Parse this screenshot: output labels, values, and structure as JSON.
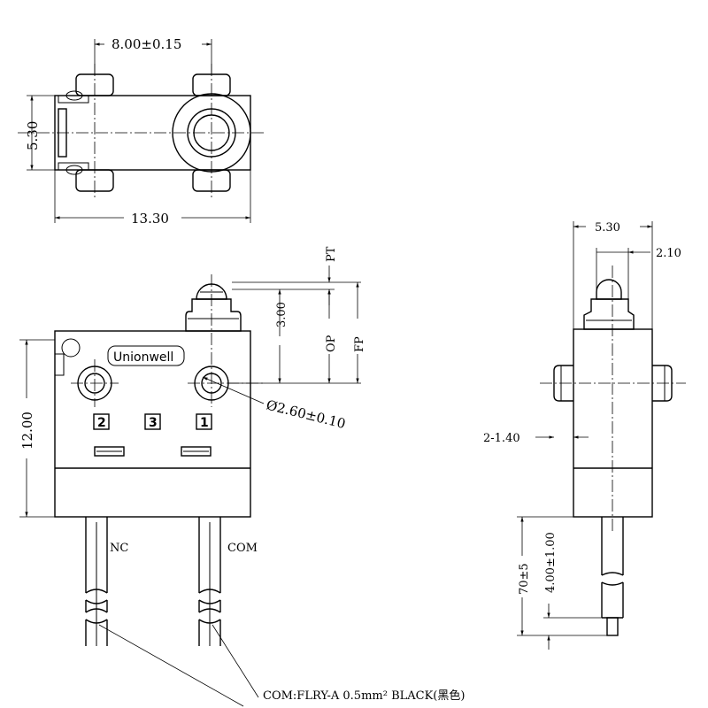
{
  "top_view": {
    "pitch_dim": "8.00±0.15",
    "height_dim": "5.30",
    "length_dim": "13.30"
  },
  "front_view": {
    "brand": "Unionwell",
    "pt_label": "PT",
    "op_label": "OP",
    "fp_label": "FP",
    "travel_dim": "3.00",
    "height_dim": "12.00",
    "hole_dim": "Ø2.60±0.10",
    "pins": [
      "2",
      "3",
      "1"
    ],
    "wire_nc": "NC",
    "wire_com": "COM",
    "wire_spec": "COM:FLRY-A 0.5mm² BLACK(黑色)"
  },
  "side_view": {
    "width_dim": "5.30",
    "actuator_dim": "2.10",
    "boss_dim": "2-1.40",
    "cable_len_dim": "70±5",
    "strip_dim": "4.00±1.00"
  }
}
